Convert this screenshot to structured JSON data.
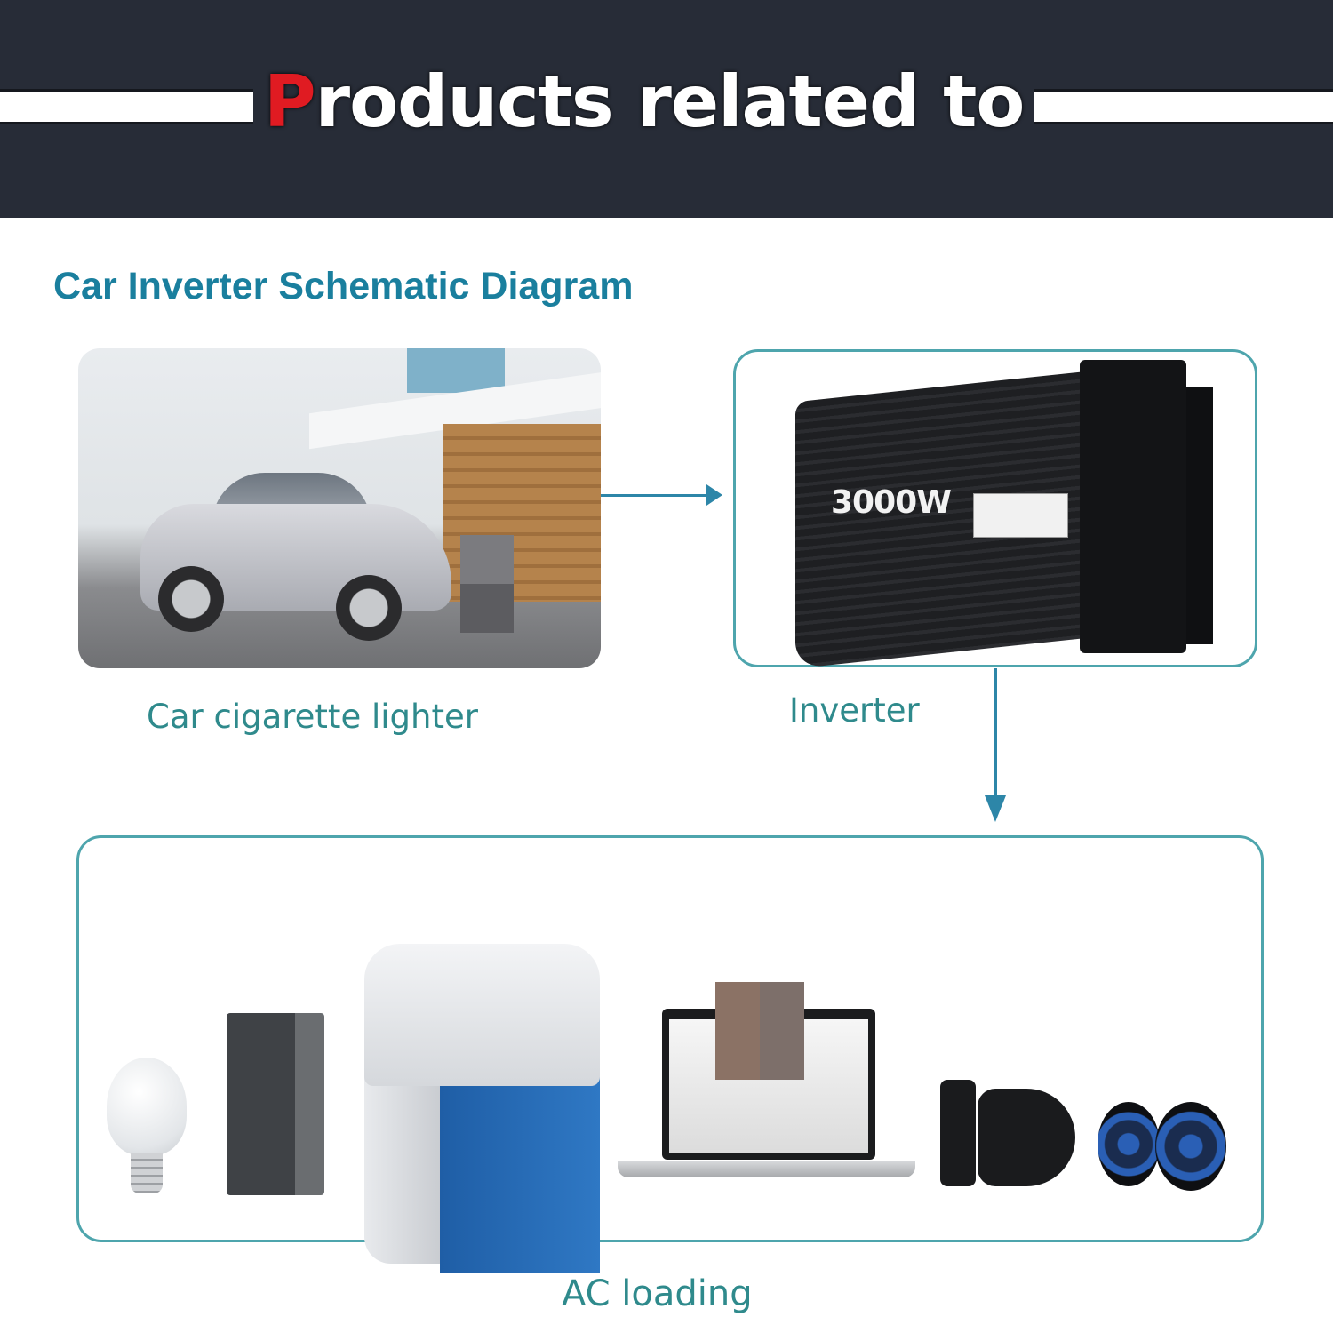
{
  "banner": {
    "title_first_letter": "P",
    "title_rest": "roducts related to",
    "background": "#272c37",
    "accent_color": "#e01b22"
  },
  "diagram": {
    "title": "Car Inverter Schematic Diagram",
    "title_color": "#1a7f9e",
    "line_color": "#2d86a8",
    "box_border_color": "#4ea5ad",
    "nodes": [
      {
        "id": "source",
        "caption": "Car cigarette lighter",
        "image": "silver sedan parked in front of modern house"
      },
      {
        "id": "inverter",
        "caption": "Inverter",
        "image": "black 3000W power inverter",
        "product_label": "3000W"
      },
      {
        "id": "load",
        "caption": "AC loading",
        "image": "row of AC appliances"
      }
    ],
    "edges": [
      {
        "from": "source",
        "to": "inverter",
        "direction": "right"
      },
      {
        "from": "inverter",
        "to": "load",
        "direction": "down"
      }
    ],
    "load_devices": [
      {
        "name": "LED light bulb"
      },
      {
        "name": "Phone / tablet device"
      },
      {
        "name": "Portable car cooler"
      },
      {
        "name": "Laptop"
      },
      {
        "name": "Camera"
      },
      {
        "name": "Car speakers"
      }
    ]
  }
}
